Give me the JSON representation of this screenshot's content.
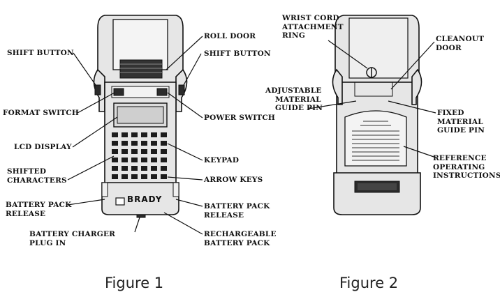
{
  "figure1": {
    "caption": "Figure 1",
    "device_brand": "BRADY",
    "labels": {
      "roll_door": "ROLL DOOR",
      "shift_button_left": "SHIFT BUTTON",
      "shift_button_right": "SHIFT BUTTON",
      "format_switch": "FORMAT SWITCH",
      "power_switch": "POWER SWITCH",
      "lcd_display": "LCD DISPLAY",
      "keypad": "KEYPAD",
      "shifted_characters_1": "SHIFTED",
      "shifted_characters_2": "CHARACTERS",
      "arrow_keys": "ARROW KEYS",
      "battery_pack_release_left_1": "BATTERY PACK",
      "battery_pack_release_left_2": "RELEASE",
      "battery_pack_release_right_1": "BATTERY PACK",
      "battery_pack_release_right_2": "RELEASE",
      "battery_charger_plug_in_1": "BATTERY CHARGER",
      "battery_charger_plug_in_2": "PLUG IN",
      "rechargeable_battery_pack_1": "RECHARGEABLE",
      "rechargeable_battery_pack_2": "BATTERY PACK"
    }
  },
  "figure2": {
    "caption": "Figure 2",
    "labels": {
      "wrist_cord_1": "WRIST CORD",
      "wrist_cord_2": "ATTACHMENT",
      "wrist_cord_3": "RING",
      "cleanout_door_1": "CLEANOUT",
      "cleanout_door_2": "DOOR",
      "adjustable_guide_1": "ADJUSTABLE",
      "adjustable_guide_2": "MATERIAL",
      "adjustable_guide_3": "GUIDE PIN",
      "fixed_guide_1": "FIXED",
      "fixed_guide_2": "MATERIAL",
      "fixed_guide_3": "GUIDE PIN",
      "reference_instructions_1": "REFERENCE",
      "reference_instructions_2": "OPERATING",
      "reference_instructions_3": "INSTRUCTIONS"
    }
  }
}
